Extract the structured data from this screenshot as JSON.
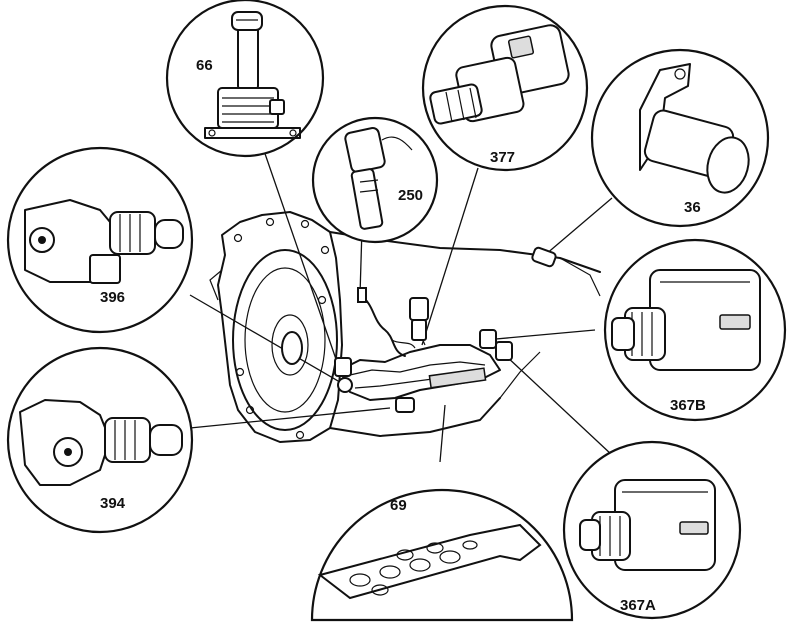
{
  "callouts": {
    "c66": "66",
    "c250": "250",
    "c377": "377",
    "c36": "36",
    "c396": "396",
    "c367b": "367B",
    "c394": "394",
    "c69": "69",
    "c367a": "367A"
  }
}
